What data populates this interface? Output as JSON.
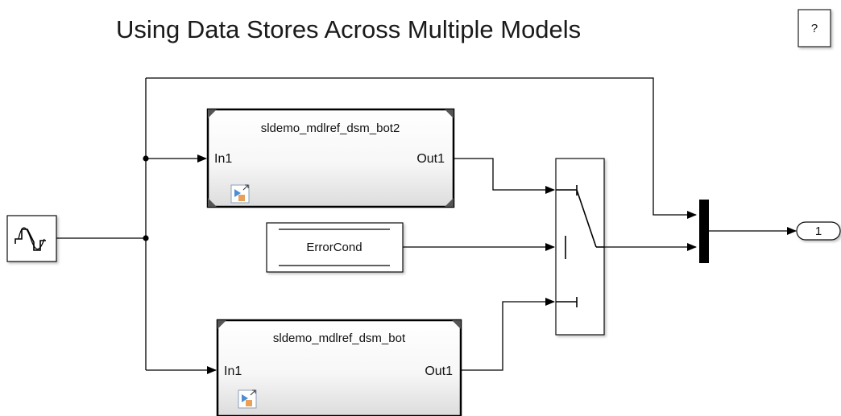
{
  "diagram": {
    "title": "Using Data Stores Across Multiple Models",
    "help_button": {
      "label": "?"
    },
    "source_block": {
      "icon": "signal-generator-icon"
    },
    "model_refs": [
      {
        "name": "sldemo_mdlref_dsm_bot2",
        "in_port": "In1",
        "out_port": "Out1"
      },
      {
        "name": "sldemo_mdlref_dsm_bot",
        "in_port": "In1",
        "out_port": "Out1"
      }
    ],
    "data_store_read": {
      "name": "ErrorCond"
    },
    "switch_block": {
      "icon": "switch-icon"
    },
    "mux_block": {
      "icon": "mux-bar"
    },
    "outport": {
      "number": "1"
    }
  }
}
